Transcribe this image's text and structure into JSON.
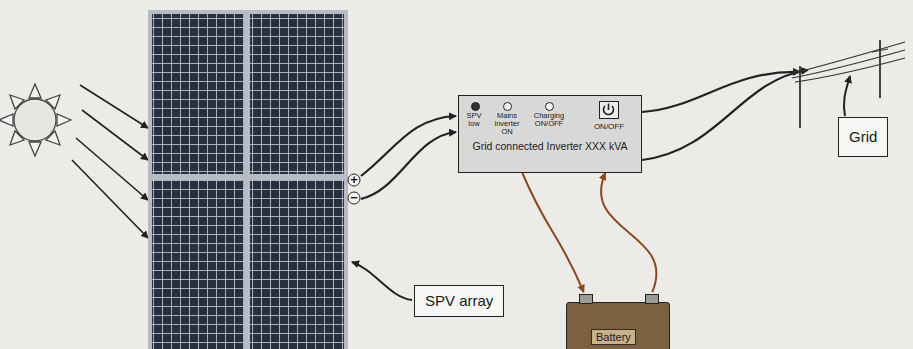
{
  "diagram": {
    "nodes": [
      {
        "text": [
          "SPV low",
          "Mains inverter ON",
          "Charging ON/OFF",
          "ON/OFF",
          "Grid connected Inverter XXX kVA"
        ]
      },
      {
        "text": [
          "Battery"
        ]
      },
      {
        "text": [
          "SPV array"
        ]
      },
      {
        "text": [
          "Grid"
        ]
      }
    ],
    "edges": [
      {
        "from": 0,
        "to": 1,
        "arrow": "to"
      },
      {
        "from": 1,
        "to": 0,
        "arrow": "to"
      }
    ],
    "labels": [
      "+",
      "−"
    ]
  }
}
